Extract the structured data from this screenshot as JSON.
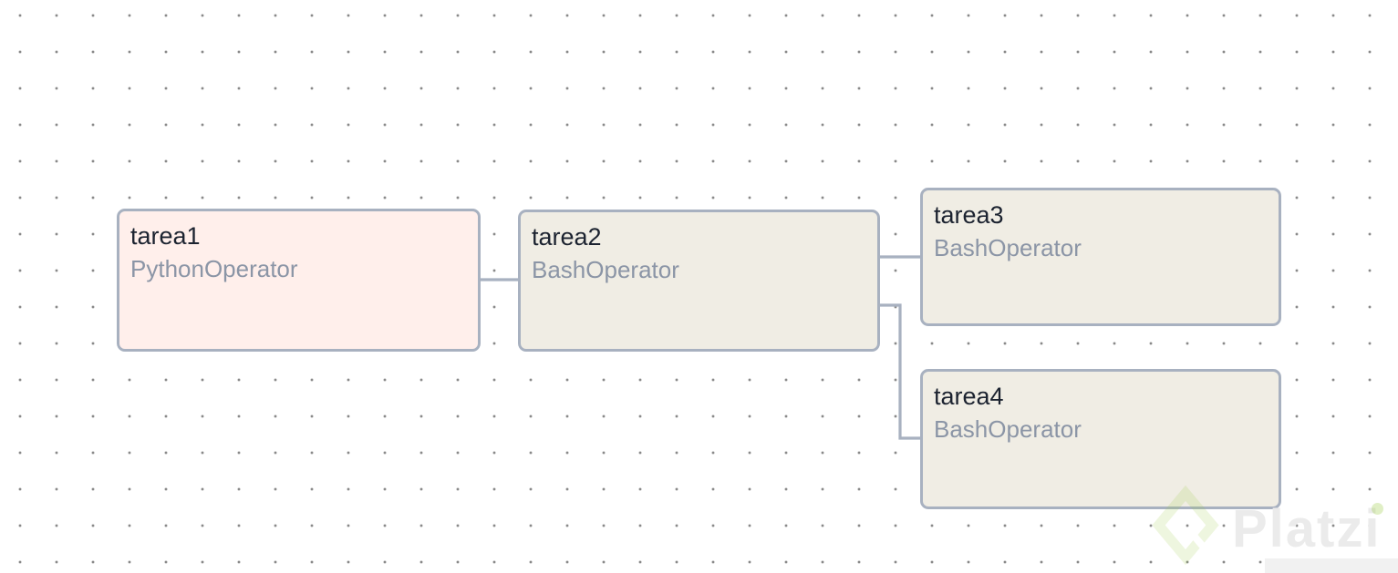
{
  "nodes": [
    {
      "id": "tarea1",
      "title": "tarea1",
      "operator": "PythonOperator",
      "fill": "#ffefeb"
    },
    {
      "id": "tarea2",
      "title": "tarea2",
      "operator": "BashOperator",
      "fill": "#f0ede4"
    },
    {
      "id": "tarea3",
      "title": "tarea3",
      "operator": "BashOperator",
      "fill": "#f0ede4"
    },
    {
      "id": "tarea4",
      "title": "tarea4",
      "operator": "BashOperator",
      "fill": "#f0ede4"
    }
  ],
  "edges": [
    {
      "from": "tarea1",
      "to": "tarea2"
    },
    {
      "from": "tarea2",
      "to": "tarea3"
    },
    {
      "from": "tarea2",
      "to": "tarea4"
    }
  ],
  "colors": {
    "node_border": "#a8b1c0",
    "edge": "#a8b1c0",
    "title_text": "#1c2330",
    "operator_text": "#8b95a6",
    "canvas_dot": "#6e6e6e",
    "watermark_green": "#98ca3f",
    "watermark_text": "#ebebeb"
  },
  "watermark": {
    "label": "Platzi",
    "logo": "platzi-diamond-logo"
  }
}
